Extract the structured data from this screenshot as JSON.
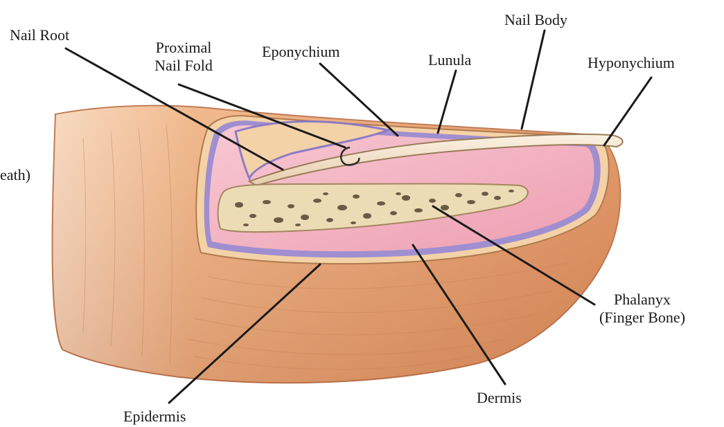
{
  "labels": {
    "nail_root": "Nail Root",
    "proximal_nail_fold_line1": "Proximal",
    "proximal_nail_fold_line2": "Nail Fold",
    "eponychium": "Eponychium",
    "lunula": "Lunula",
    "nail_body": "Nail Body",
    "hyponychium": "Hyponychium",
    "sheath_fragment": "eath)",
    "phalanyx_line1": "Phalanyx",
    "phalanyx_line2": "(Finger Bone)",
    "epidermis": "Epidermis",
    "dermis": "Dermis"
  },
  "colors": {
    "skin": "#e8a06e",
    "skin_light": "#f6d6b8",
    "skin_dark": "#c9784a",
    "dermis_pink": "#f2b8c4",
    "membrane_purple": "#9a88cc",
    "nail_plate": "#f3e2cc",
    "bone": "#e9dcc0",
    "bone_spot": "#6b5a44",
    "leader_line": "#1a1a1a"
  }
}
